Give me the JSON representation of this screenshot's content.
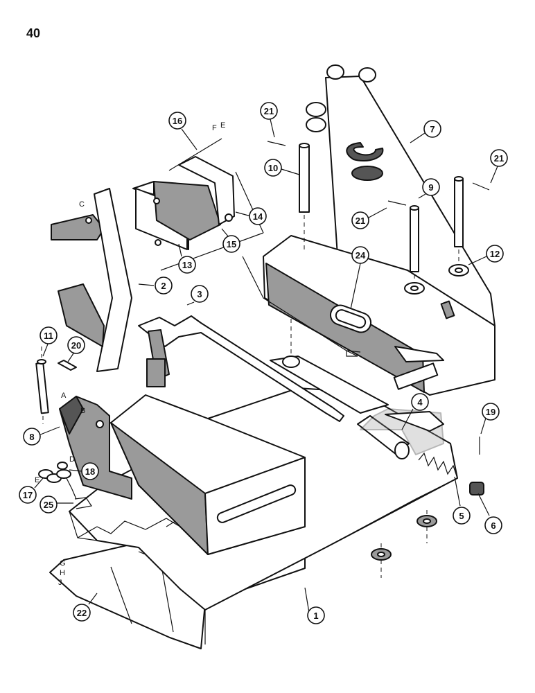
{
  "page_number": "40",
  "callouts": [
    "1",
    "2",
    "3",
    "4",
    "5",
    "6",
    "7",
    "8",
    "9",
    "10",
    "11",
    "12",
    "13",
    "14",
    "15",
    "16",
    "17",
    "18",
    "19",
    "20",
    "21",
    "21",
    "21",
    "22",
    "24",
    "25"
  ],
  "letters": [
    "A",
    "B",
    "C",
    "D",
    "E",
    "F",
    "E",
    "G",
    "H",
    "J"
  ]
}
